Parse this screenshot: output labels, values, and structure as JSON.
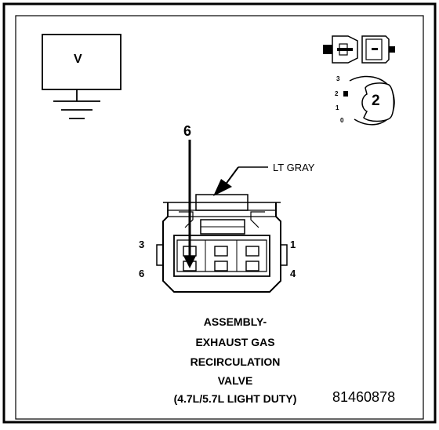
{
  "meter": {
    "label": "V"
  },
  "connector": {
    "wire_color": "LT GRAY",
    "cavity_callout": "6",
    "pins": {
      "top_left": "3",
      "top_right": "1",
      "bottom_left": "6",
      "bottom_right": "4"
    }
  },
  "view_icon": {
    "number": "2",
    "scale": [
      "3",
      "2",
      "1",
      "0"
    ]
  },
  "caption": {
    "line1": "ASSEMBLY-",
    "line2": "EXHAUST GAS",
    "line3": "RECIRCULATION",
    "line4": "VALVE",
    "line5": "(4.7L/5.7L LIGHT DUTY)"
  },
  "figure_id": "81460878"
}
